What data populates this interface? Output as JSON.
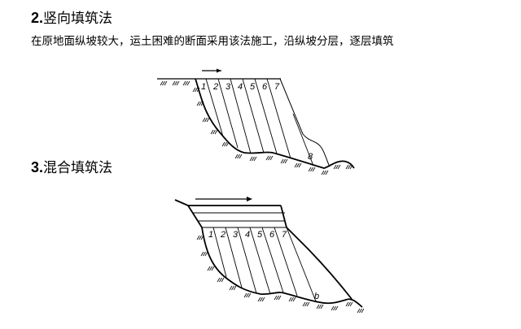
{
  "section2": {
    "num": "2.",
    "title": "竖向填筑法",
    "text": "在原地面纵坡较大，运土困难的断面采用该法施工，沿纵坡分层，逐层填筑"
  },
  "section3": {
    "num": "3.",
    "title": "混合填筑法"
  },
  "diagram1": {
    "labels": [
      "1",
      "2",
      "3",
      "4",
      "5",
      "6",
      "7",
      "8"
    ]
  },
  "diagram2": {
    "labels": [
      "1",
      "2",
      "3",
      "4",
      "5",
      "6",
      "7",
      "8"
    ]
  }
}
